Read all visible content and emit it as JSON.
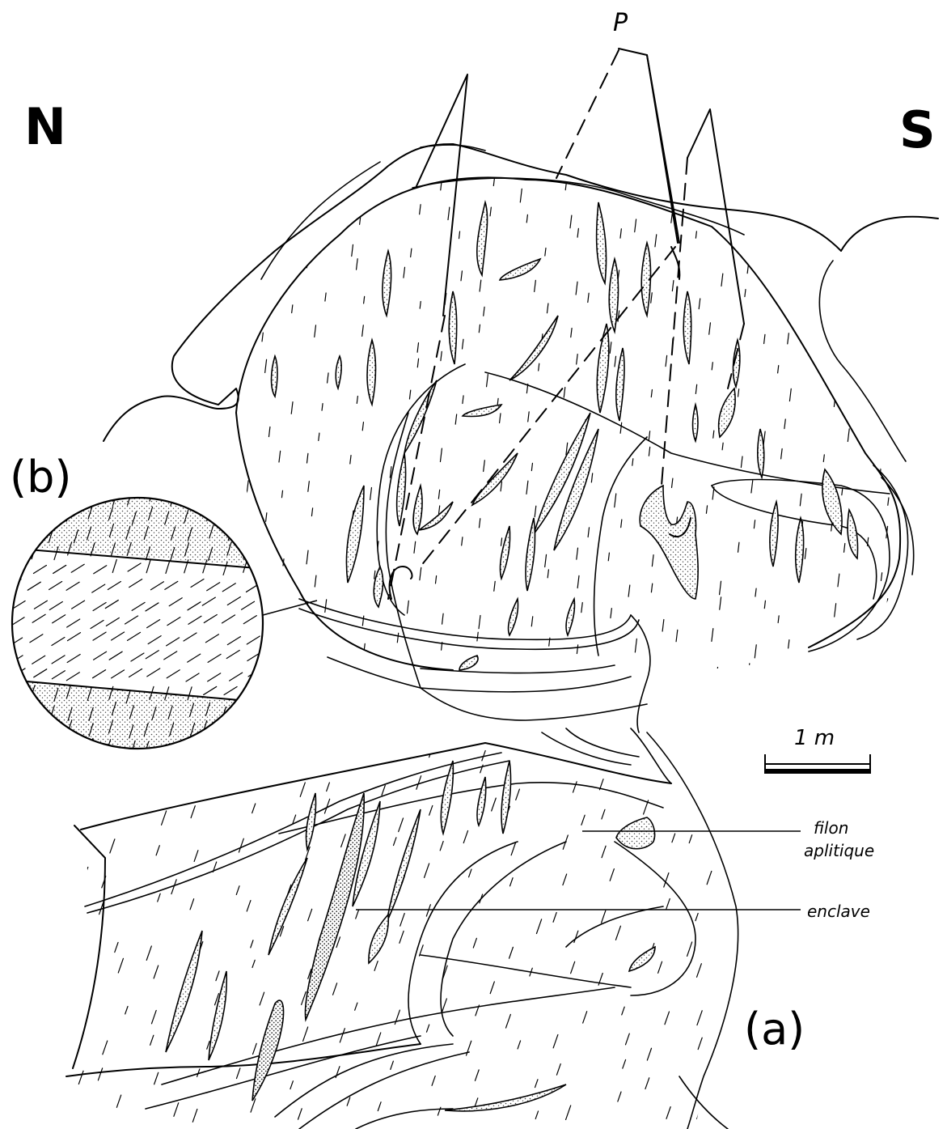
{
  "labels": {
    "north": "N",
    "south": "S",
    "p_label": "P",
    "panel_b": "(b)",
    "panel_a": "(a)",
    "scale": "1 m",
    "filon_line1": "filon",
    "filon_line2": "aplitique",
    "enclave": "enclave"
  },
  "colors": {
    "ink": "#000000",
    "paper": "#ffffff",
    "stipple": "#555555"
  }
}
